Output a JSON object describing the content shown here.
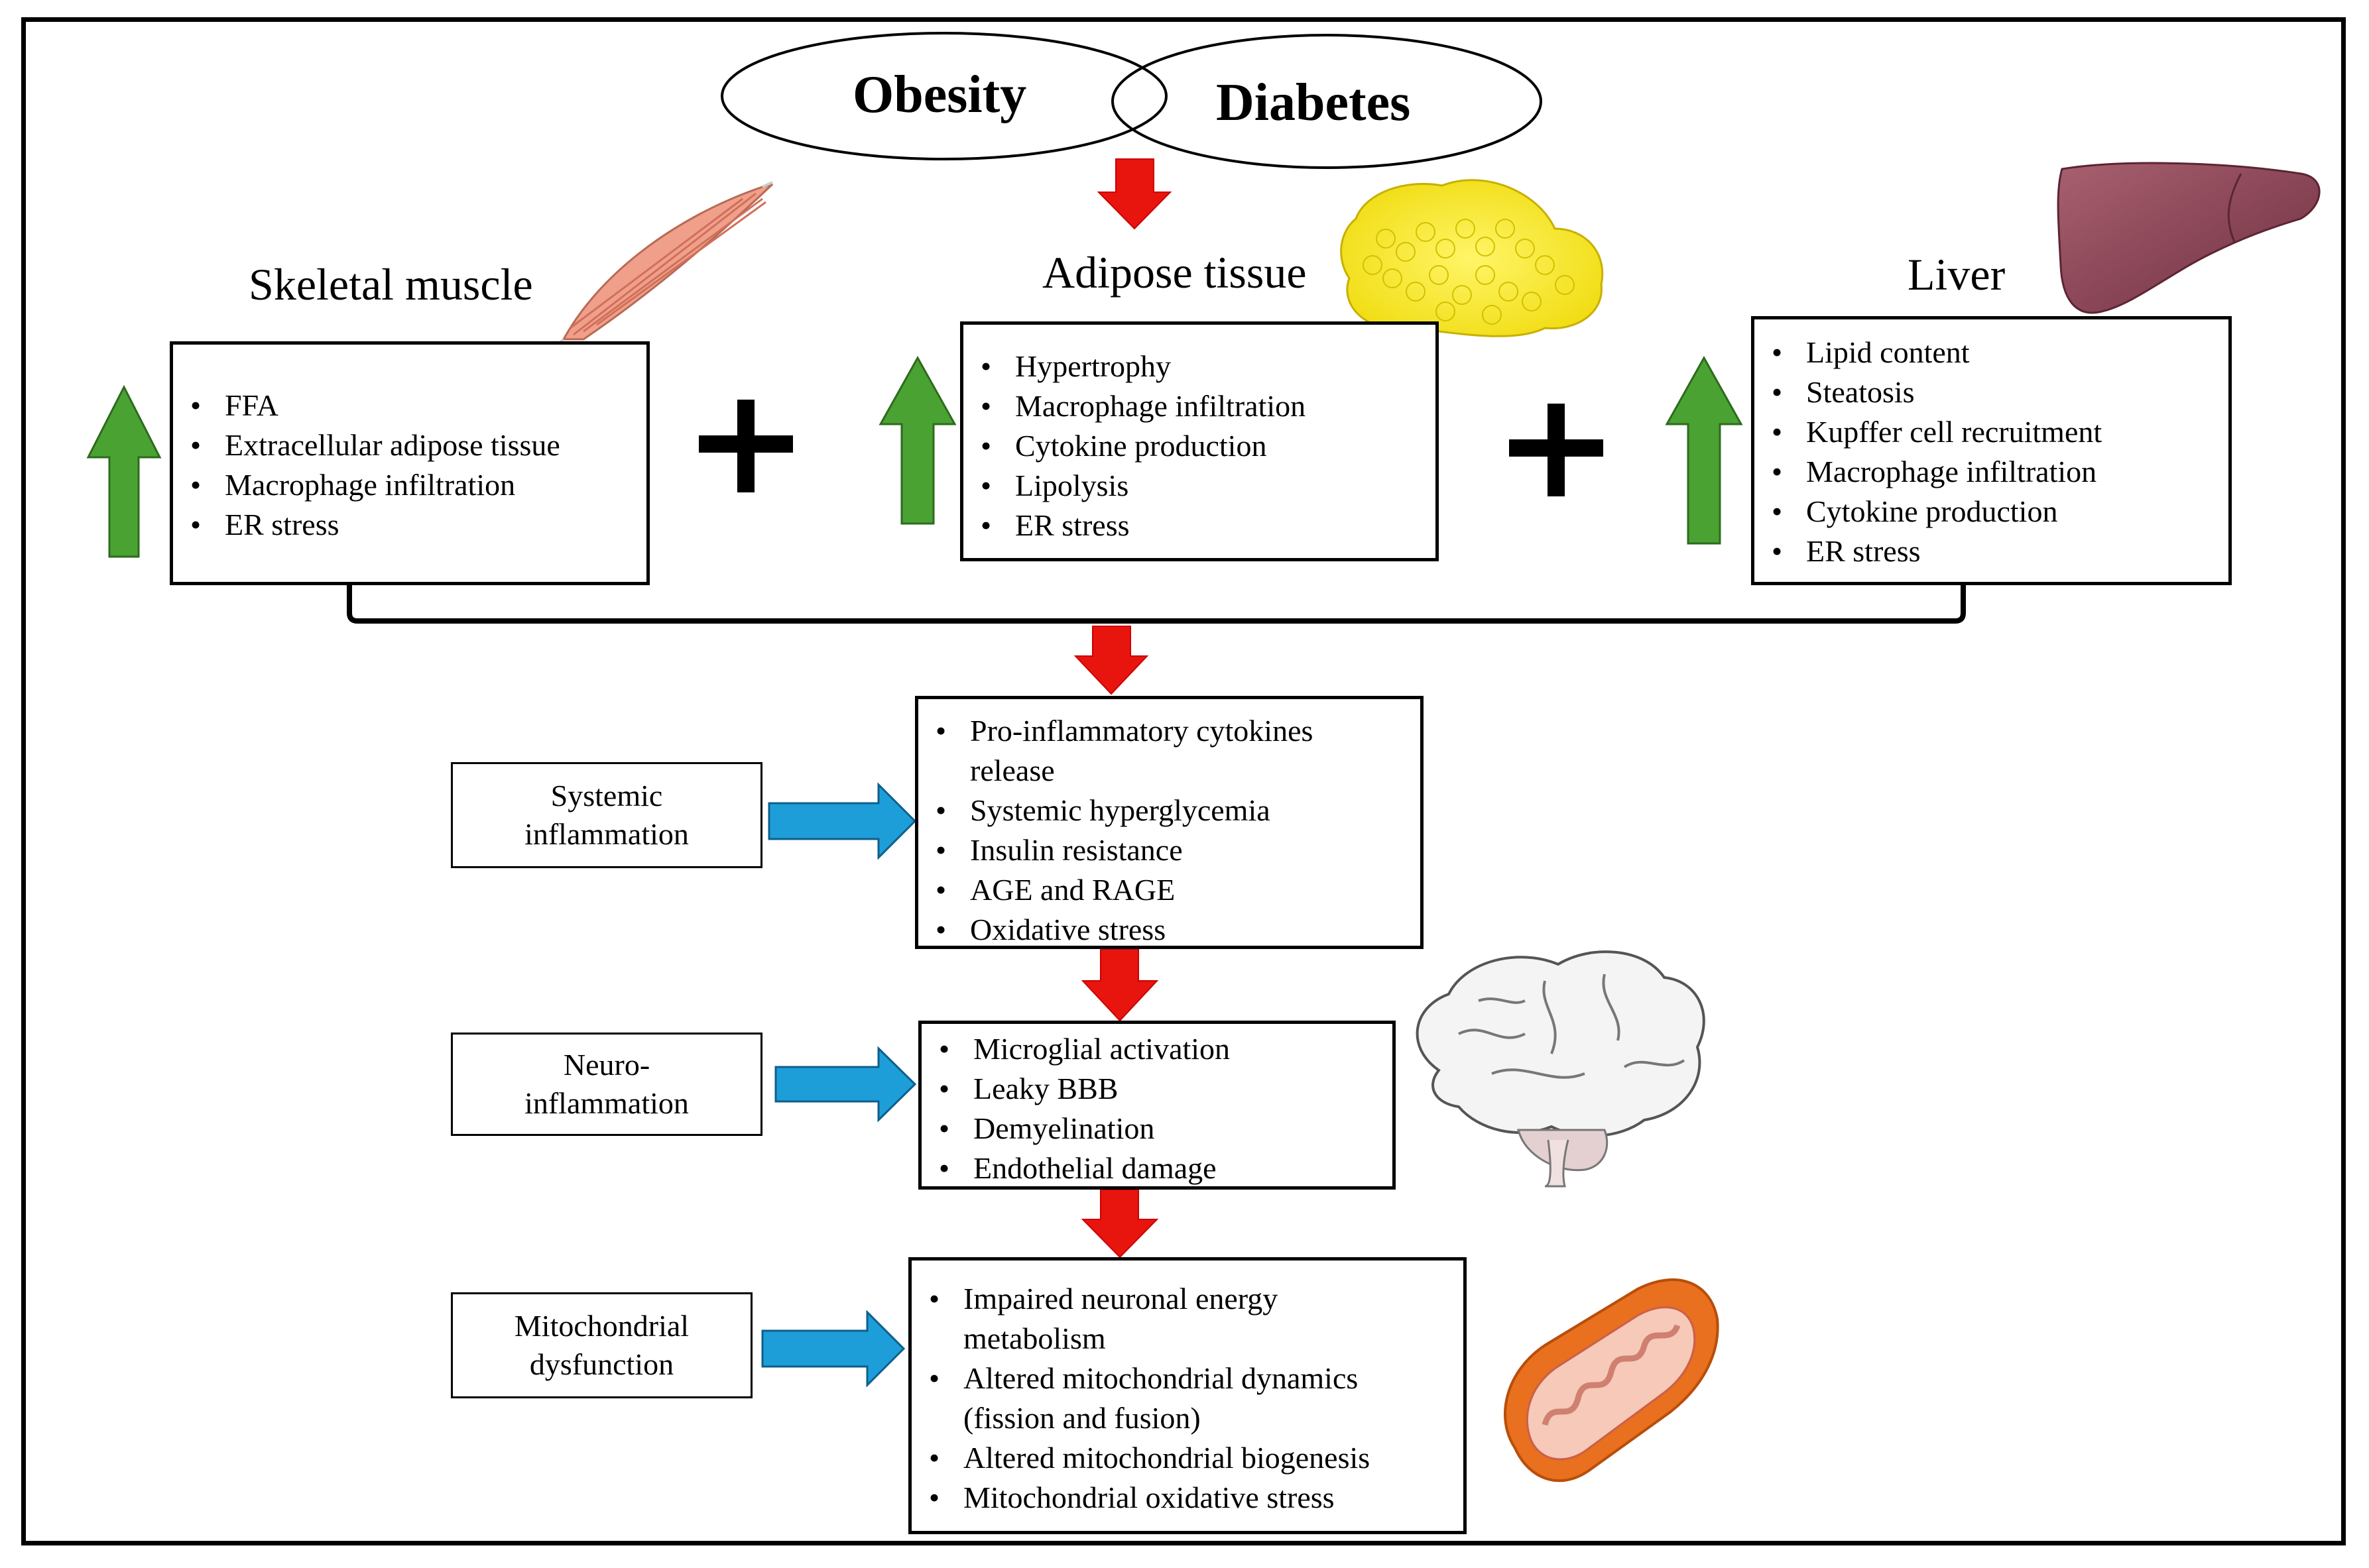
{
  "top": {
    "obesity_label": "Obesity",
    "diabetes_label": "Diabetes"
  },
  "organs": {
    "muscle": {
      "title": "Skeletal muscle",
      "items": [
        "FFA",
        "Extracellular adipose tissue",
        "Macrophage infiltration",
        "ER stress"
      ]
    },
    "adipose": {
      "title": "Adipose tissue",
      "items": [
        "Hypertrophy",
        "Macrophage infiltration",
        "Cytokine production",
        "Lipolysis",
        "ER stress"
      ]
    },
    "liver": {
      "title": "Liver",
      "items": [
        "Lipid content",
        "Steatosis",
        "Kupffer cell recruitment",
        "Macrophage infiltration",
        "Cytokine production",
        "ER stress"
      ]
    }
  },
  "stages": [
    {
      "label": "Systemic inflammation",
      "label_lines": [
        "Systemic",
        "inflammation"
      ],
      "items": [
        "Pro-inflammatory cytokines release",
        "Systemic hyperglycemia",
        "Insulin resistance",
        "AGE and RAGE",
        "Oxidative stress"
      ]
    },
    {
      "label": "Neuro-inflammation",
      "label_lines": [
        "Neuro-",
        "inflammation"
      ],
      "items": [
        "Microglial activation",
        "Leaky BBB",
        "Demyelination",
        "Endothelial damage"
      ]
    },
    {
      "label": "Mitochondrial dysfunction",
      "label_lines": [
        "Mitochondrial",
        "dysfunction"
      ],
      "items": [
        "Impaired neuronal energy metabolism",
        "Altered mitochondrial dynamics (fission and fusion)",
        "Altered mitochondrial biogenesis",
        "Mitochondrial oxidative stress"
      ]
    }
  ],
  "colors": {
    "up_arrow": "#4aa232",
    "flow_arrow": "#e8150f",
    "side_arrow": "#1e9ed8"
  },
  "icons": [
    "muscle-icon",
    "fat-icon",
    "liver-icon",
    "brain-icon",
    "mitochondrion-icon"
  ]
}
